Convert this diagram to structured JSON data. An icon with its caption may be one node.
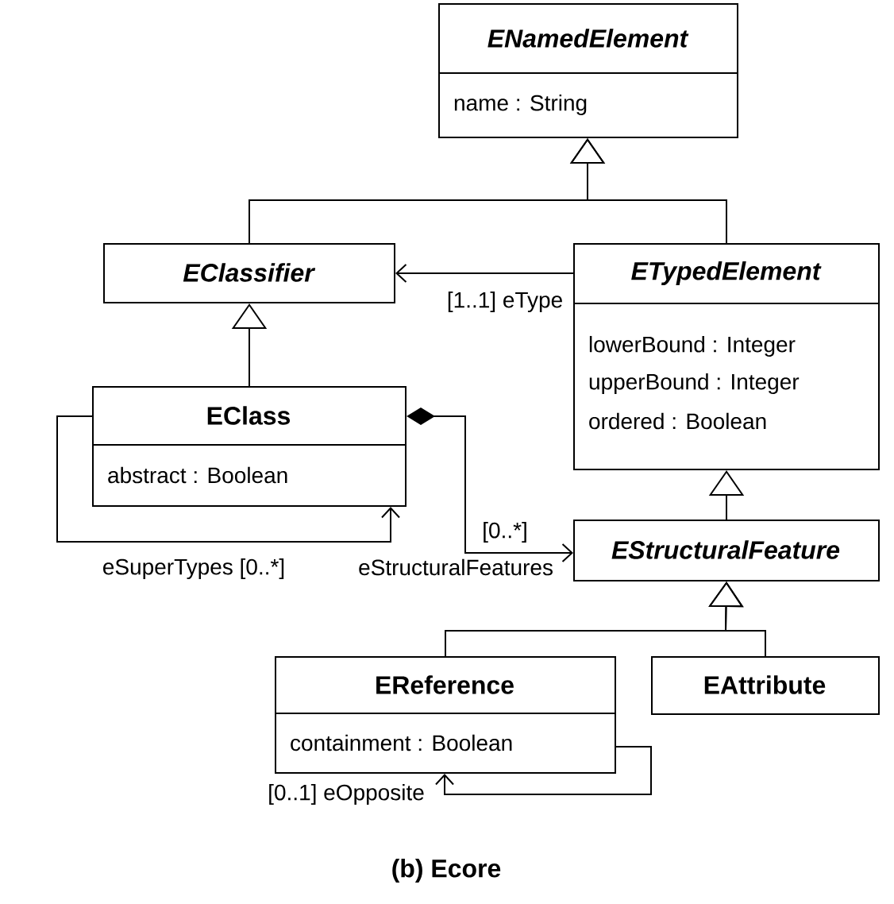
{
  "diagram": {
    "caption": "(b) Ecore",
    "nodes": [
      {
        "text": [
          "ENamedElement",
          "name : String"
        ]
      },
      {
        "text": [
          "EClassifier"
        ]
      },
      {
        "text": [
          "ETypedElement",
          "lowerBound : Integer",
          "upperBound : Integer",
          "ordered : Boolean"
        ]
      },
      {
        "text": [
          "EClass",
          "abstract : Boolean"
        ]
      },
      {
        "text": [
          "EStructuralFeature"
        ]
      },
      {
        "text": [
          "EReference",
          "containment : Boolean"
        ]
      },
      {
        "text": [
          "EAttribute"
        ]
      }
    ],
    "edges": [
      {
        "from": 1,
        "to": 0,
        "arrow": "to"
      },
      {
        "from": 2,
        "to": 0,
        "arrow": "to"
      },
      {
        "from": 2,
        "to": 1,
        "arrow": "to",
        "label": "[1..1] eType"
      },
      {
        "from": 3,
        "to": 1,
        "arrow": "to"
      },
      {
        "from": 3,
        "to": 3,
        "arrow": "to",
        "label": "eSuperTypes [0..*]"
      },
      {
        "from": 3,
        "to": 4,
        "arrow": "to",
        "label": "eStructuralFeatures"
      },
      {
        "from": 4,
        "to": 2,
        "arrow": "to"
      },
      {
        "from": 5,
        "to": 4,
        "arrow": "to"
      },
      {
        "from": 6,
        "to": 4,
        "arrow": "to"
      },
      {
        "from": 5,
        "to": 5,
        "arrow": "to",
        "label": "[0..1] eOpposite"
      }
    ],
    "labels": [
      "[0..*]"
    ]
  }
}
